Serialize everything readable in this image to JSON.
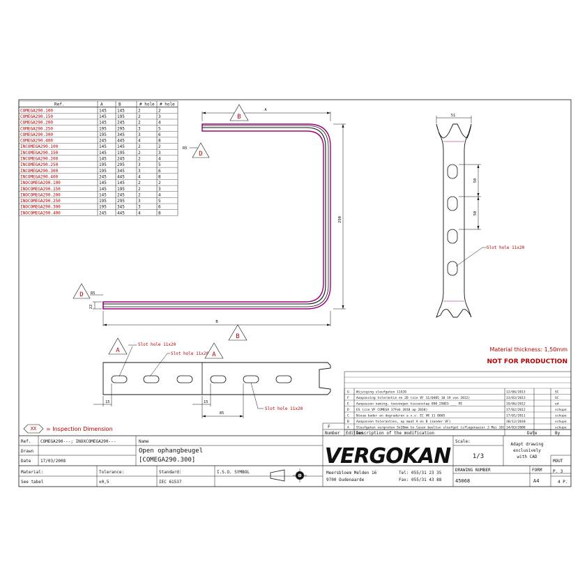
{
  "ref_table": {
    "headers": [
      "Ref.",
      "A",
      "B",
      "# hole",
      "# hole"
    ],
    "rows": [
      [
        "COMEGA290.100",
        "145",
        "145",
        "2",
        "2"
      ],
      [
        "COMEGA290.150",
        "145",
        "195",
        "2",
        "3"
      ],
      [
        "COMEGA290.200",
        "145",
        "245",
        "2",
        "4"
      ],
      [
        "COMEGA290.250",
        "195",
        "295",
        "3",
        "5"
      ],
      [
        "COMEGA290.300",
        "195",
        "345",
        "3",
        "6"
      ],
      [
        "COMEGA290.400",
        "245",
        "445",
        "4",
        "8"
      ],
      [
        "INCOMEGA290.100",
        "145",
        "145",
        "2",
        "2"
      ],
      [
        "INCOMEGA290.150",
        "145",
        "195",
        "2",
        "3"
      ],
      [
        "INCOMEGA290.200",
        "145",
        "245",
        "2",
        "4"
      ],
      [
        "INCOMEGA290.250",
        "195",
        "295",
        "3",
        "5"
      ],
      [
        "INCOMEGA290.300",
        "195",
        "345",
        "3",
        "6"
      ],
      [
        "INCOMEGA290.400",
        "245",
        "445",
        "4",
        "8"
      ],
      [
        "INOCOMEGA290.100",
        "145",
        "145",
        "2",
        "2"
      ],
      [
        "INOCOMEGA290.150",
        "145",
        "195",
        "2",
        "3"
      ],
      [
        "INOCOMEGA290.200",
        "145",
        "245",
        "2",
        "4"
      ],
      [
        "INOCOMEGA290.250",
        "195",
        "295",
        "3",
        "5"
      ],
      [
        "INOCOMEGA290.300",
        "195",
        "345",
        "3",
        "6"
      ],
      [
        "INOCOMEGA290.400",
        "245",
        "445",
        "4",
        "8"
      ]
    ]
  },
  "main_view": {
    "dim_A": "A",
    "dim_B": "B",
    "dim_height": "290",
    "dim_r1": "R5",
    "dim_r2": "R5",
    "dim_flange": "22",
    "callout_B": "B",
    "callout_D": "D"
  },
  "side_view": {
    "dim_top": "51",
    "dim_pitch1": "50",
    "dim_pitch2": "50",
    "slot_label": "Slot hole 11x20"
  },
  "bottom_view": {
    "callout_A": "A",
    "slot_label_1": "Slot hole 11x20",
    "slot_label_2": "Slot hole 11x20",
    "slot_label_3": "Slot hole 11x20",
    "dim_15a": "15",
    "dim_15b": "15",
    "dim_85": "85"
  },
  "legend": {
    "symbol": "XX",
    "text": "= Inspection Dimension"
  },
  "notes": {
    "material_thickness": "Material thickness: 1,50mm",
    "not_for_production": "NOT FOR PRODUCTION"
  },
  "revisions": {
    "rows": [
      [
        "G",
        "Wijziging sleufgaten 11X20",
        "12/06/2013",
        "SC"
      ],
      [
        "F",
        "Aanpassing tolerantie en 2D (zie VF 11/0405 10 19 van 2012)",
        "13/03/2013",
        "SC"
      ],
      [
        "E",
        "Aanpassen naming, toevoegen tussenstap 090_290E5 ___ PE",
        "19/06/2012",
        "ed"
      ],
      [
        "D",
        "ES (zie VF COMEGA 17Feb 2010 ap 2010)",
        "17/02/2012",
        "schupe"
      ],
      [
        "C",
        "Nieuw kader en degraderen a.v.v. EC VK 11 0005",
        "17/01/2011",
        "schupe"
      ],
      [
        "B",
        "Aanpassen toleranties, op maat A en B (zonder VF)",
        "30/12/2010",
        "schupe"
      ],
      [
        "A",
        "Sleufgaten vergroten 5x20mm to lasen beeltsn sleufgat (sflagenaaier 2 Mei 10)",
        "14/03/2008",
        "schupe"
      ]
    ],
    "number_label": "Number",
    "edition_label": "Edition",
    "description_label": "Description of the modification",
    "date_label": "Date",
    "by_label": "By"
  },
  "title_block": {
    "ref_label": "Ref.",
    "ref_value": "COMEGA290---; INOXCOMEGA290---",
    "drawn_label": "Drawn",
    "date_label": "Date",
    "date_value": "17/03/2008",
    "name_label": "Name",
    "name_line1": "Open ophangbeugel",
    "name_line2": "[COMEGA290.300]",
    "material_label": "Material:",
    "material_value": "See tabel",
    "tolerance_label": "Tolerance:",
    "tolerance_value": "±0,5",
    "standard_label": "Standard:",
    "standard_value": "IEC 61537",
    "iso_label": "I.S.O. SYMBOL",
    "company": "VERGOKAN",
    "address1": "Meersbloem Melden 16",
    "address2": "9700 Oudenaarde",
    "tel": "Tel: 055/31 23 35",
    "fax": "Fax: 055/31 43 88",
    "scale_label": "Scale:",
    "scale_value": "1/3",
    "adapt_line1": "Adapt drawing",
    "adapt_line2": "exclusively",
    "adapt_line3": "with CAD",
    "mout": "MOUT",
    "drawing_number_label": "DRAWING NUMBER",
    "drawing_number": "45068",
    "format_label": "FORM",
    "format_value": "A4",
    "page_label": "P. 3",
    "pages_label": "4 P."
  },
  "colors": {
    "ink": "#111111",
    "red": "#b40000",
    "purple_line": "#a0007a"
  }
}
